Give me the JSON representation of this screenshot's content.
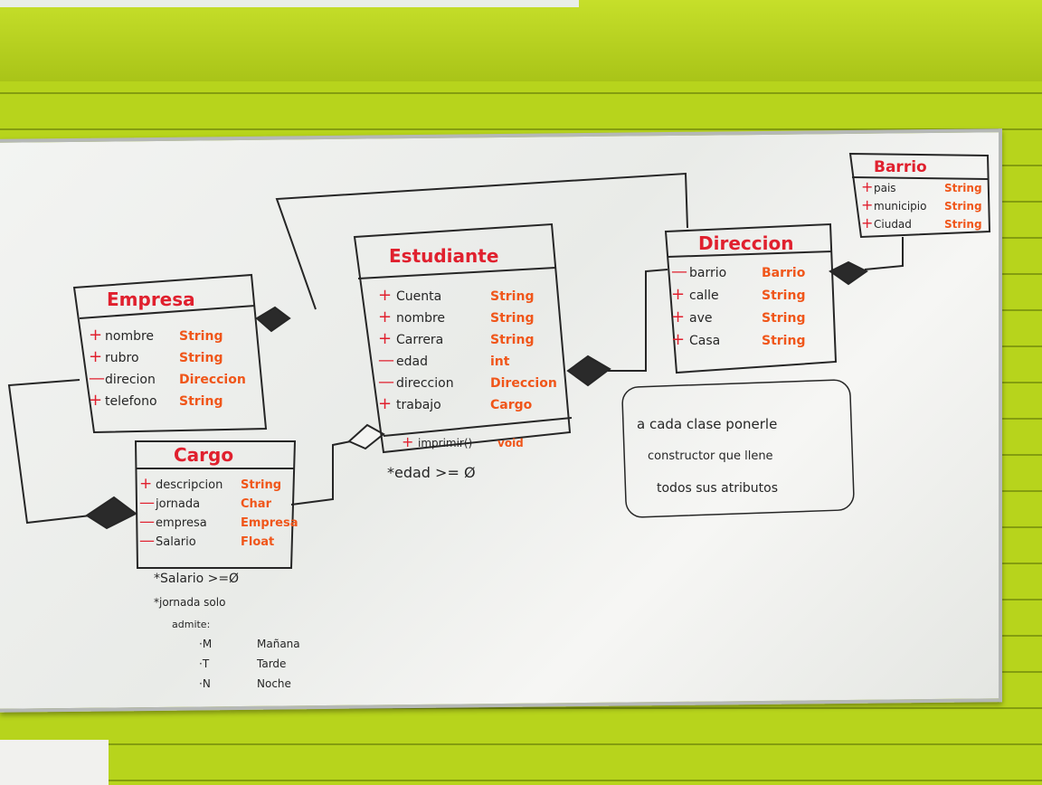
{
  "classes": {
    "empresa": {
      "title": "Empresa",
      "attrs": [
        {
          "vis": "+",
          "name": "nombre",
          "type": "String"
        },
        {
          "vis": "+",
          "name": "rubro",
          "type": "String"
        },
        {
          "vis": "—",
          "name": "direcion",
          "type": "Direccion"
        },
        {
          "vis": "+",
          "name": "telefono",
          "type": "String"
        }
      ]
    },
    "estudiante": {
      "title": "Estudiante",
      "attrs": [
        {
          "vis": "+",
          "name": "Cuenta",
          "type": "String"
        },
        {
          "vis": "+",
          "name": "nombre",
          "type": "String"
        },
        {
          "vis": "+",
          "name": "Carrera",
          "type": "String"
        },
        {
          "vis": "—",
          "name": "edad",
          "type": "int"
        },
        {
          "vis": "—",
          "name": "direccion",
          "type": "Direccion"
        },
        {
          "vis": "+",
          "name": "trabajo",
          "type": "Cargo"
        }
      ],
      "methods": [
        {
          "vis": "+",
          "name": "imprimir()",
          "type": "void"
        }
      ],
      "note": "*edad >= Ø"
    },
    "cargo": {
      "title": "Cargo",
      "attrs": [
        {
          "vis": "+",
          "name": "descripcion",
          "type": "String"
        },
        {
          "vis": "—",
          "name": "jornada",
          "type": "Char"
        },
        {
          "vis": "—",
          "name": "empresa",
          "type": "Empresa"
        },
        {
          "vis": "—",
          "name": "Salario",
          "type": "Float"
        }
      ],
      "notes": {
        "salario": "*Salario  >=Ø",
        "jornada": "*jornada  solo",
        "admite": "admite:",
        "options": [
          {
            "code": "·M",
            "label": "Mañana"
          },
          {
            "code": "·T",
            "label": "Tarde"
          },
          {
            "code": "·N",
            "label": "Noche"
          }
        ]
      }
    },
    "direccion": {
      "title": "Direccion",
      "attrs": [
        {
          "vis": "—",
          "name": "barrio",
          "type": "Barrio"
        },
        {
          "vis": "+",
          "name": "calle",
          "type": "String"
        },
        {
          "vis": "+",
          "name": "ave",
          "type": "String"
        },
        {
          "vis": "+",
          "name": "Casa",
          "type": "String"
        }
      ]
    },
    "barrio": {
      "title": "Barrio",
      "attrs": [
        {
          "vis": "+",
          "name": "pais",
          "type": "String"
        },
        {
          "vis": "+",
          "name": "municipio",
          "type": "String"
        },
        {
          "vis": "+",
          "name": "Ciudad",
          "type": "String"
        }
      ]
    }
  },
  "note_box": {
    "lines": [
      "a cada clase ponerle",
      "constructor que llene",
      "todos sus atributos"
    ]
  },
  "colors": {
    "title": "#e0202e",
    "type": "#f0561a",
    "ink": "#262626",
    "wall": "#b7d41c"
  }
}
